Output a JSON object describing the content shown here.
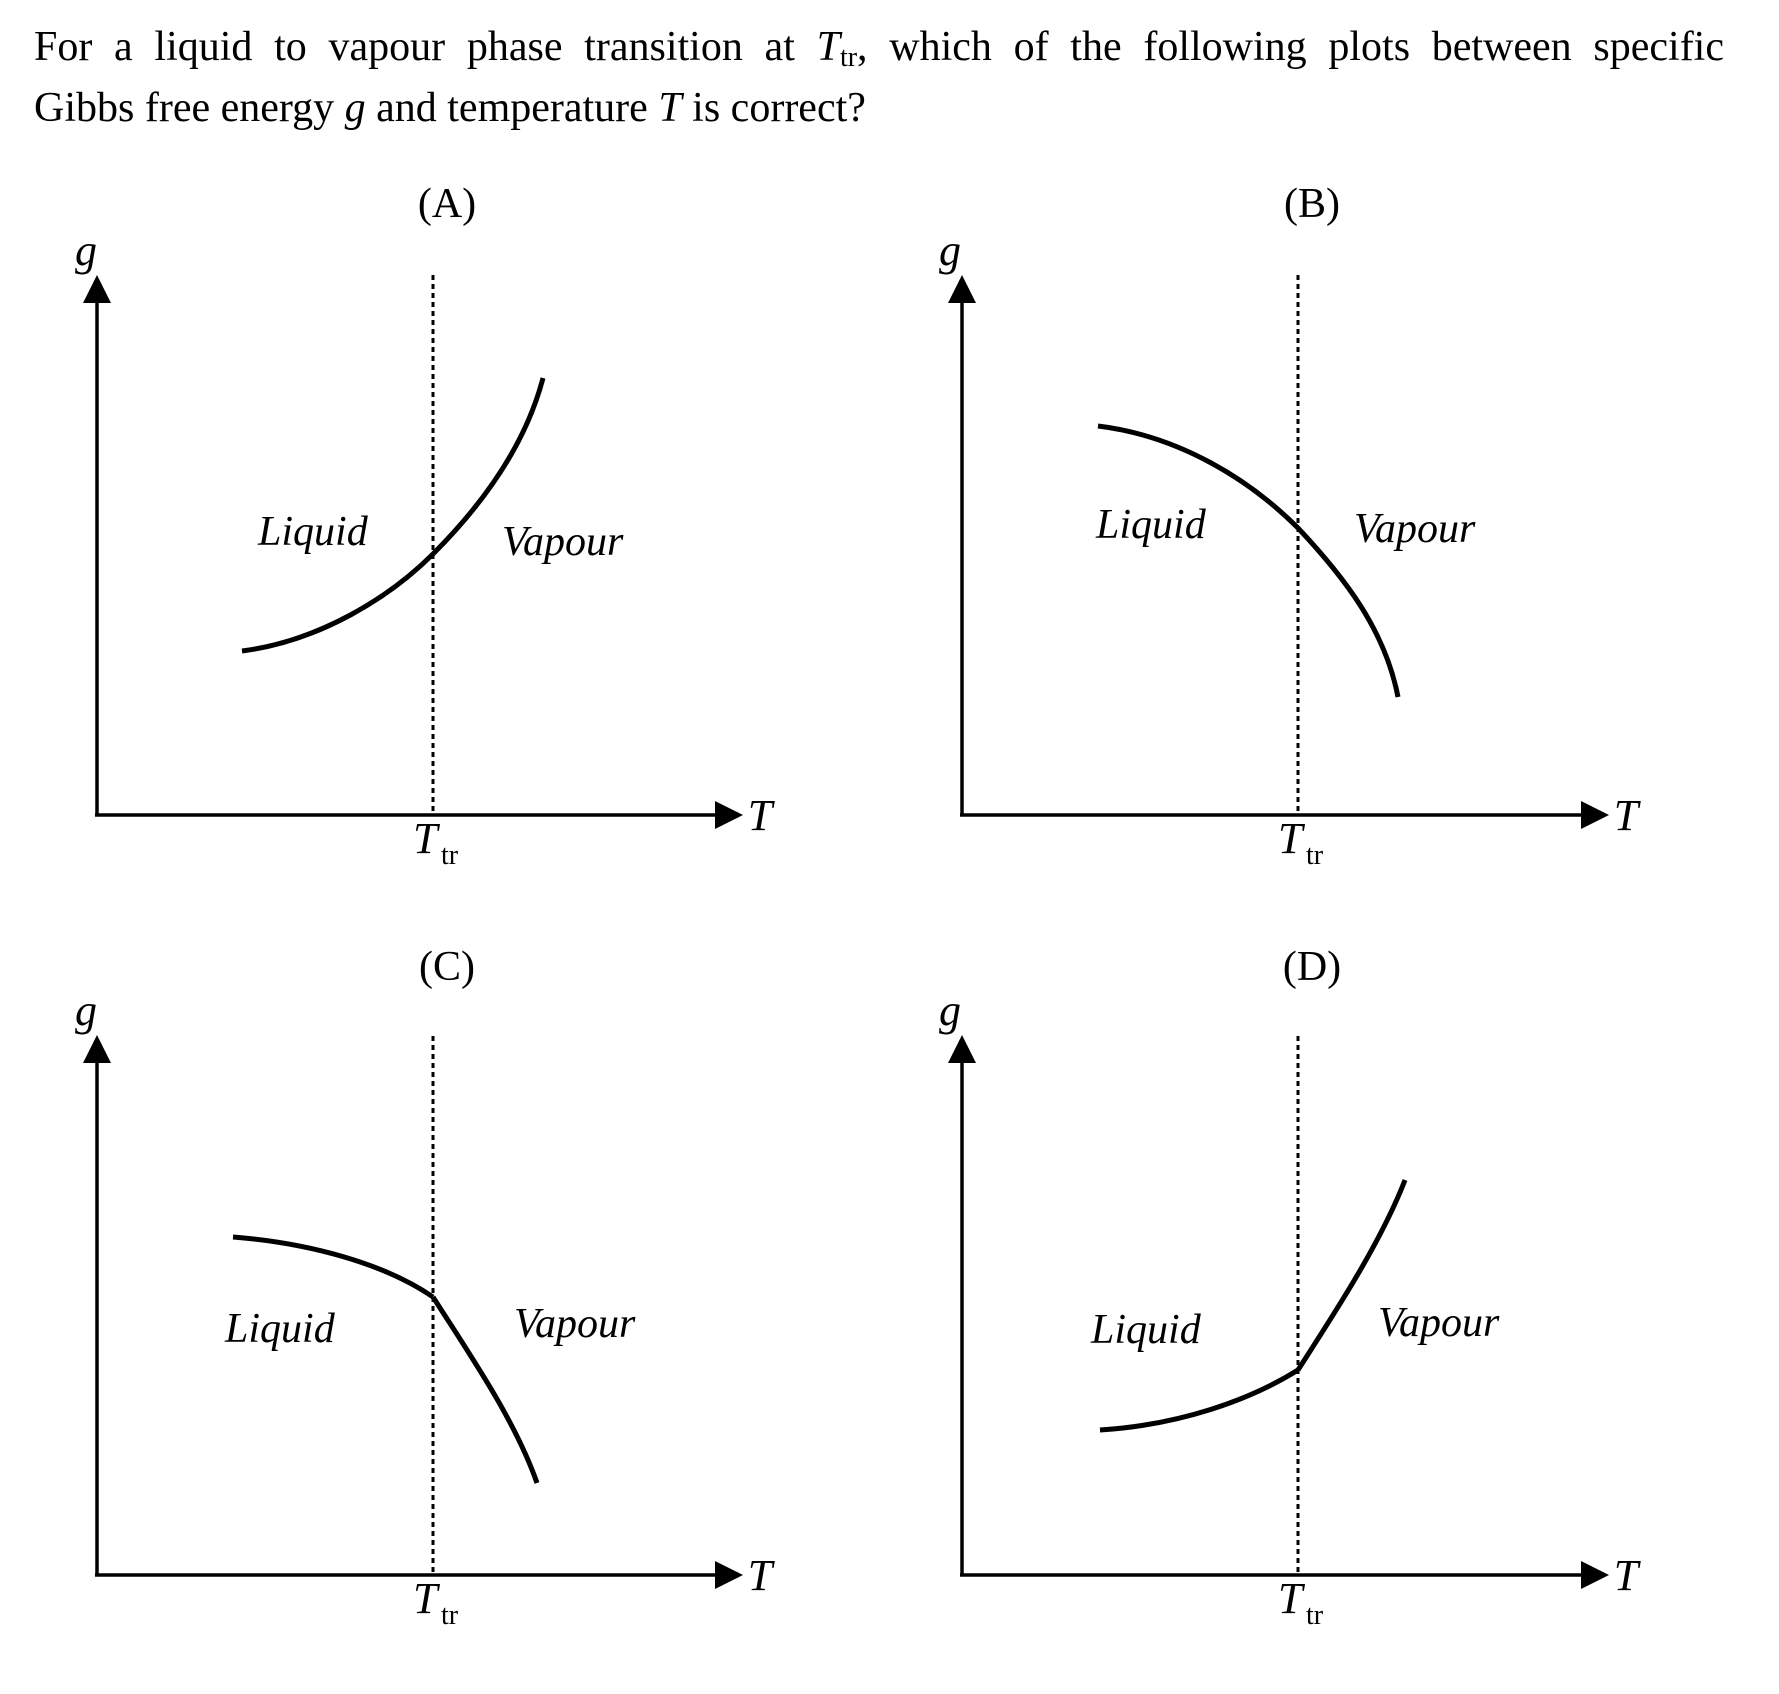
{
  "question": {
    "part1": "For a liquid to vapour phase transition at ",
    "ttr_symbol": "T",
    "ttr_subscript": "tr",
    "part2": ", which of the following plots between specific",
    "part3": "Gibbs free energy ",
    "g_symbol": "g",
    "part4": " and temperature ",
    "t_symbol": "T",
    "part5": " is correct?"
  },
  "panels": [
    {
      "label": "(A)",
      "y_axis": "g",
      "x_axis": "T",
      "tick_main": "T",
      "tick_sub": "tr",
      "left_phase": "Liquid",
      "right_phase": "Vapour",
      "curve": "increasing smooth"
    },
    {
      "label": "(B)",
      "y_axis": "g",
      "x_axis": "T",
      "tick_main": "T",
      "tick_sub": "tr",
      "left_phase": "Liquid",
      "right_phase": "Vapour",
      "curve": "decreasing smooth"
    },
    {
      "label": "(C)",
      "y_axis": "g",
      "x_axis": "T",
      "tick_main": "T",
      "tick_sub": "tr",
      "left_phase": "Liquid",
      "right_phase": "Vapour",
      "curve": "decreasing with kink at Ttr"
    },
    {
      "label": "(D)",
      "y_axis": "g",
      "x_axis": "T",
      "tick_main": "T",
      "tick_sub": "tr",
      "left_phase": "Liquid",
      "right_phase": "Vapour",
      "curve": "increasing with kink at Ttr"
    }
  ]
}
